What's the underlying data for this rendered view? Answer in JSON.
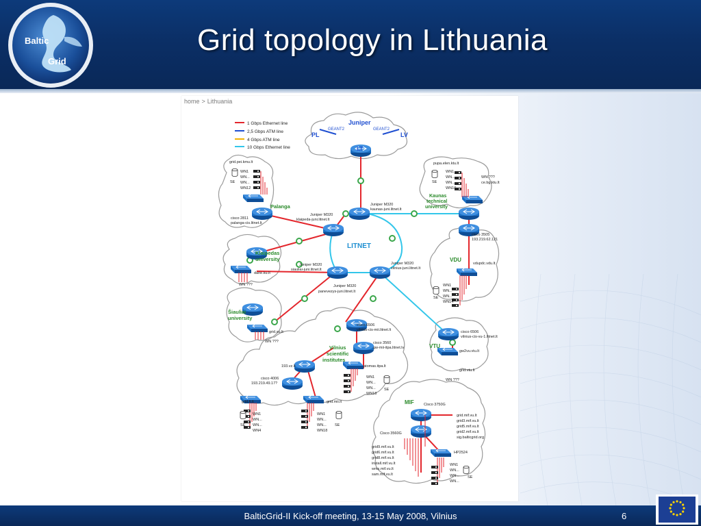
{
  "slide": {
    "title": "Grid topology in Lithuania",
    "footer": "BalticGrid-II Kick-off meeting, 13-15 May 2008, Vilnius",
    "page_number": "6",
    "logo_text_top": "Baltic",
    "logo_text_bottom": "Grid"
  },
  "colors": {
    "header": "#0b2f66",
    "gbps1": "#e3262c",
    "atm25": "#1f4fd1",
    "atm4": "#f2b200",
    "gbps10": "#33c6ea",
    "router": "#1b6fc4",
    "cloud": "#9a9a9a"
  },
  "diagram": {
    "breadcrumb": [
      "home",
      ">",
      "Lithuania"
    ],
    "legend": [
      {
        "label": "1 Gbps Ethernet line"
      },
      {
        "label": "2,5 Gbps ATM line"
      },
      {
        "label": "4 Gbps ATM line"
      },
      {
        "label": "10 Gbps Ethernet line"
      }
    ],
    "geant": {
      "title": "Juniper",
      "left": "PL",
      "right": "LV",
      "link": "GEANT2",
      "bottom": "LT"
    },
    "core": "LITNET",
    "routers": {
      "klaipeda": [
        "Juniper M320",
        "klaipeda-juni.litnet.lt"
      ],
      "kaunas": [
        "Juniper M320",
        "kaunas-juni.litnet.lt"
      ],
      "siauliai": [
        "Juniper M320",
        "siauliai-juni.litnet.lt"
      ],
      "vilnius": [
        "Juniper M320",
        "vilnius-juni.litnet.lt"
      ],
      "panevezys": [
        "Juniper M320",
        "panevezys-juni.litnet.lt"
      ]
    },
    "palanga": {
      "name": "Palanga",
      "host": "grid.pei.kmu.lt",
      "wn": [
        "WN1",
        "WN...",
        "WN...",
        "WN12"
      ],
      "se": "SE",
      "cisco": [
        "cisco 2811",
        "palanga-cis.litnet.lt"
      ]
    },
    "kaunas_tu": {
      "name": [
        "Kaunas",
        "technical",
        "university"
      ],
      "host": "pupa.elen.ktu.lt",
      "wn": [
        "WN1",
        "WN...",
        "WN...",
        "WN10"
      ],
      "se": "SE",
      "extra": [
        "WN ???",
        "ce.bg.ktu.lt"
      ]
    },
    "vdu": {
      "name": "VDU",
      "cisco": [
        "cisco 3505",
        "193.219.62.121"
      ],
      "host": "vdupdc.vdu.lt",
      "wn": [
        "WN1",
        "WN...",
        "WN...",
        "WN14"
      ],
      "se": "SE"
    },
    "klaipedas": {
      "name": [
        "Klaipedas",
        "university"
      ],
      "host": "dane.ku.lt",
      "wn": "WN ???"
    },
    "siauliai_u": {
      "name": [
        "Šiauliai",
        "university"
      ],
      "host": "grid.su.lt",
      "wn": "WN ???"
    },
    "vtu": {
      "name": "VTU",
      "cisco": [
        "cisco 6506",
        "vilnius-cis-vu-1.litnet.lt"
      ],
      "host": "gw2vu.vtu.lt",
      "host2": "grid.vtu.lt",
      "wn": "WN ???"
    },
    "vsi": {
      "name": [
        "Vilnius",
        "scientific",
        "institutes"
      ],
      "cisco6506": [
        "cisco 6506",
        "vilnius-cis-mii.litnet.lt"
      ],
      "cisco3560": [
        "cisco 3560",
        "gw-mii-itpa.litnet.lv"
      ],
      "vz": "193.vz.lt",
      "atomas": "atomas.itpa.lt",
      "wn_atomas": [
        "WN1",
        "WN...",
        "WN...",
        "WN18"
      ],
      "se": "SE",
      "cisco4006": [
        "cisco 4006",
        "193.219.49.17?"
      ],
      "gridfi": "grid.fi.lt",
      "wn_fi": [
        "WN1",
        "WN...",
        "WN...",
        "WN4"
      ],
      "gridmii": "grid.mii.lt",
      "wn_mii": [
        "WN1",
        "WN...",
        "WN...",
        "WN18"
      ]
    },
    "mif": {
      "name": "MIF",
      "cisco3750": "Cisco 3750G",
      "cisco3560": "Cisco 3560G",
      "hp": "HP2524",
      "right_hosts": [
        "grid.mif.vu.lt",
        "grid3.mif.vu.lt",
        "grid5.mif.vu.lt",
        "grid2.mif.vu.lt",
        "sig.balticgrid.org"
      ],
      "left_hosts": [
        "grid9.mif.vu.lt",
        "grid6.mif.vu.lt",
        "grid8.mif.vu.lt",
        "install.mif.vu.lt",
        "wms.mif.vu.lt",
        "sam.mif.vu.lt"
      ],
      "wn": [
        "WN1",
        "WN...",
        "WN...",
        "WN..."
      ],
      "se": "SE"
    }
  }
}
